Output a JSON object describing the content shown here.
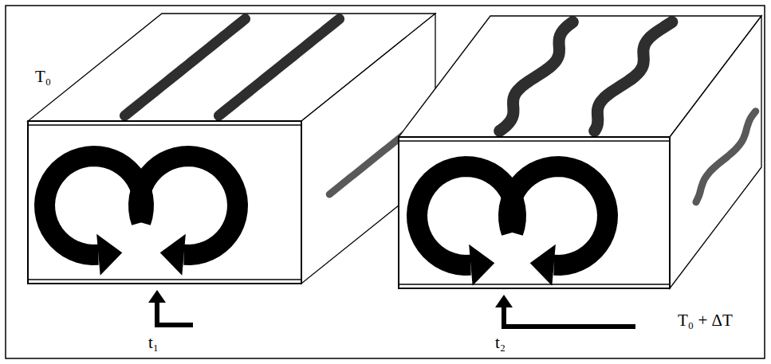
{
  "diagram": {
    "labels": [
      "T₀",
      "t₁",
      "t₂",
      "T₀ + ΔT"
    ]
  }
}
